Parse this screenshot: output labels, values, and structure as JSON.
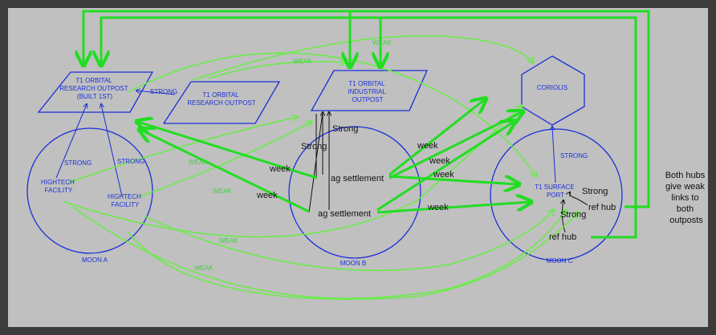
{
  "nodes": {
    "orbital_research_1": {
      "l1": "T1 ORBITAL",
      "l2": "RESEARCH OUTPOST",
      "l3": "(BUILT 1ST)"
    },
    "orbital_research_2": {
      "l1": "T1 ORBITAL",
      "l2": "RESEARCH OUTPOST"
    },
    "orbital_industrial": {
      "l1": "T1 ORBITAL",
      "l2": "INDUSTRIAL",
      "l3": "OUTPOST"
    },
    "coriolis": "CORIOLIS",
    "hightech_1": {
      "l1": "HIGHTECH",
      "l2": "FACILITY"
    },
    "hightech_2": {
      "l1": "HIGHTECH",
      "l2": "FACILITY"
    },
    "ag_settlement_1": "ag settlement",
    "ag_settlement_2": "ag settlement",
    "surface_port": {
      "l1": "T1 SURFACE",
      "l2": "PORT"
    },
    "ref_hub_1": "ref hub",
    "ref_hub_2": "ref hub"
  },
  "moons": {
    "a": "MOON A",
    "b": "MOON B",
    "c": "MOON C"
  },
  "links": {
    "strong_research": "STRONG",
    "strong_hightech_1": "STRONG",
    "strong_hightech_2": "STRONG",
    "strong_coriolis": "STRONG",
    "strong_ag_1": "Strong",
    "strong_ag_2": "Strong",
    "strong_ref_1": "Strong",
    "strong_ref_2": "Strong",
    "week_1": "week",
    "week_2": "week",
    "week_3": "week",
    "week_4": "week",
    "week_5": "week",
    "week_6": "week",
    "weak_top": "WEAK",
    "weak_mid": "WEAK",
    "weak_ht1": "WEAK",
    "weak_ht2": "WEAK",
    "weak_low1": "WEAK",
    "weak_low2": "WEAK"
  },
  "note": {
    "l1": "Both hubs",
    "l2": "give weak",
    "l3": "links to",
    "l4": "both",
    "l5": "outposts"
  },
  "colors": {
    "blue": "#1a2fd6",
    "bright_green": "#22dd22",
    "light_green": "#66ee44",
    "background": "#c0c0c0",
    "border": "#3c3c3c"
  }
}
